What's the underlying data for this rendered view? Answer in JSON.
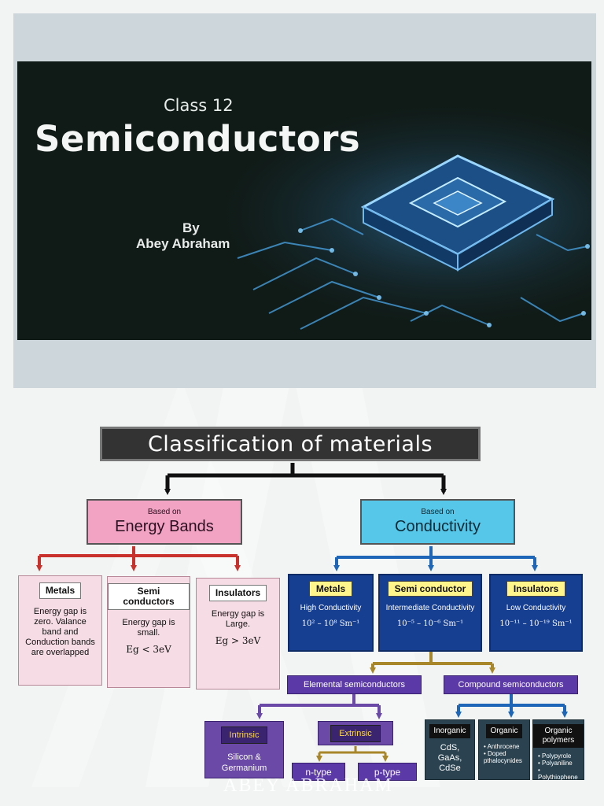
{
  "banner": {
    "class_label": "Class 12",
    "title": "Semiconductors",
    "by": "By",
    "author": "Abey Abraham"
  },
  "diagram": {
    "title": "Classification of materials",
    "energy_bands": {
      "prefix": "Based on",
      "label": "Energy Bands",
      "color": "#f2a3c4",
      "metals": {
        "label": "Metals",
        "text": "Energy gap is zero. Valance band and Conduction bands are overlapped"
      },
      "semi": {
        "label": "Semi conductors",
        "text": "Energy gap is small.",
        "formula": "Eg < 3eV"
      },
      "insulators": {
        "label": "Insulators",
        "text": "Energy gap is Large.",
        "formula": "Eg > 3eV"
      }
    },
    "conductivity": {
      "prefix": "Based on",
      "label": "Conductivity",
      "color": "#56c7e8",
      "metals": {
        "label": "Metals",
        "text": "High Conductivity",
        "formula": "10² – 10⁸ Sm⁻¹"
      },
      "semi": {
        "label": "Semi conductor",
        "text": "Intermediate Conductivity",
        "formula": "10⁻⁵ – 10⁻⁶ Sm⁻¹"
      },
      "insulators": {
        "label": "Insulators",
        "text": "Low Conductivity",
        "formula": "10⁻¹¹ – 10⁻¹⁹ Sm⁻¹"
      }
    },
    "elemental": {
      "label": "Elemental semiconductors",
      "intrinsic": {
        "label": "Intrinsic",
        "text": "Silicon & Germanium"
      },
      "extrinsic": {
        "label": "Extrinsic",
        "n_type": "n-type",
        "p_type": "p-type"
      }
    },
    "compound": {
      "label": "Compound semiconductors",
      "inorganic": {
        "label": "Inorganic",
        "text": "CdS, GaAs, CdSe"
      },
      "organic": {
        "label": "Organic",
        "items": [
          "• Anthrocene",
          "• Doped",
          "  pthalocynides"
        ]
      },
      "organic_polymers": {
        "label": "Organic polymers",
        "items": [
          "• Polypyrole",
          "• Polyaniline",
          "• Polythiophene"
        ]
      }
    },
    "colors": {
      "red_arrow": "#c8312c",
      "blue_arrow": "#1e66b8",
      "gold_arrow": "#a8862a",
      "purple_arrow": "#6a4aa6",
      "purple_bar": "#5b3aa8",
      "blue_box": "#173f91"
    }
  },
  "watermark": "ABEY ABRAHAM"
}
